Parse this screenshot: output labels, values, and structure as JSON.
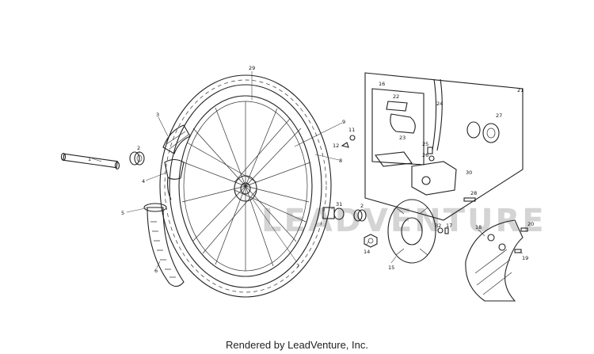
{
  "callouts": {
    "c1": "1",
    "c2a": "2",
    "c2b": "2",
    "c3": "3",
    "c4": "4",
    "c5": "5",
    "c6": "6",
    "c7": "7",
    "c8": "8",
    "c9": "9",
    "c11": "11",
    "c12": "12",
    "c14": "14",
    "c15": "15",
    "c16": "16",
    "c17": "17",
    "c18": "18",
    "c19": "19",
    "c20": "20",
    "c21": "21",
    "c22": "22",
    "c23": "23",
    "c24": "24",
    "c25": "25",
    "c26": "26",
    "c27": "27",
    "c28": "28",
    "c29": "29",
    "c30": "30",
    "c31": "31",
    "c32": "32"
  },
  "footer": {
    "text": "Rendered by LeadVenture, Inc."
  }
}
